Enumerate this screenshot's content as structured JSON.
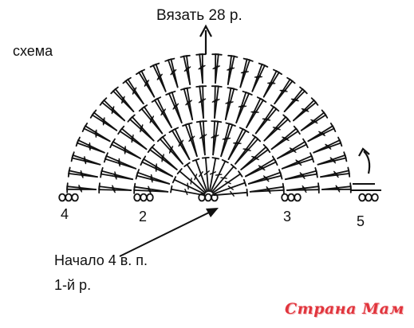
{
  "title_top": "Вязать 28 р.",
  "label_schema": "схема",
  "start_label": "Начало 4 в. п.",
  "row1_label": "1-й р.",
  "row_numbers": {
    "r2": "2",
    "r3": "3",
    "r4": "4",
    "r5": "5"
  },
  "watermark": "Страна Мам",
  "colors": {
    "ink": "#111111",
    "watermark": "#e1353d"
  },
  "icons": [
    "up-arrow-icon",
    "curved-arrow-icon",
    "pointer-arrow-icon",
    "chain-stitch-icon",
    "double-crochet-icon"
  ]
}
